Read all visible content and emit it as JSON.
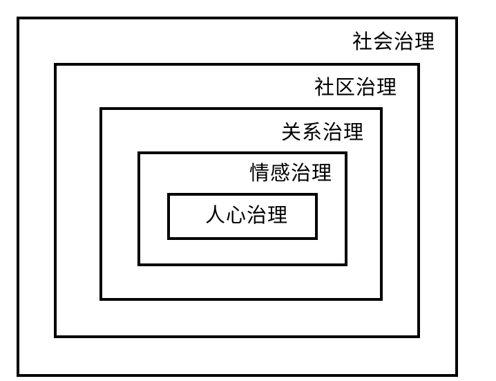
{
  "diagram": {
    "levels": [
      {
        "id": "society",
        "label": "社会治理"
      },
      {
        "id": "community",
        "label": "社区治理"
      },
      {
        "id": "relationship",
        "label": "关系治理"
      },
      {
        "id": "emotion",
        "label": "情感治理"
      },
      {
        "id": "heart",
        "label": "人心治理"
      }
    ],
    "colors": {
      "border": "#000000",
      "background": "#ffffff",
      "text": "#000000"
    }
  }
}
